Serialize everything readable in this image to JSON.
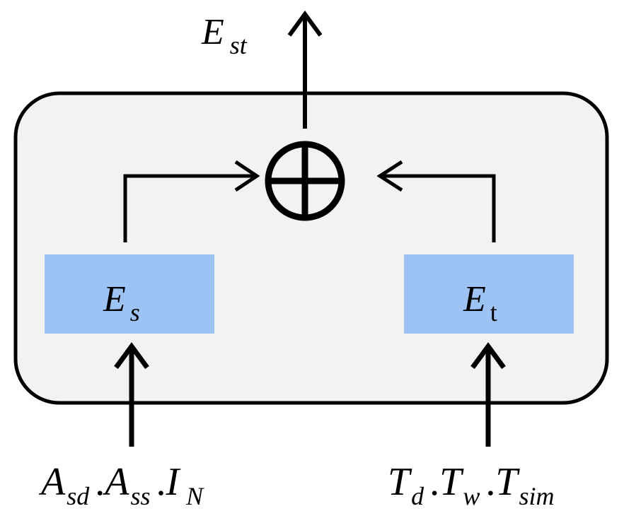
{
  "colors": {
    "container_fill": "#f2f2f2",
    "container_stroke": "#000000",
    "block_fill": "#9dc3f4",
    "arrow": "#000000"
  },
  "operator": {
    "symbol": "⊕",
    "name": "sum-operator"
  },
  "output": {
    "main": "E",
    "sub": "st"
  },
  "blocks": {
    "spatial": {
      "main": "E",
      "sub": "s"
    },
    "temporal": {
      "main": "E",
      "sub": "t"
    }
  },
  "inputs": {
    "spatial": {
      "terms": [
        {
          "main": "A",
          "sub": "sd"
        },
        {
          "main": "A",
          "sub": "ss"
        },
        {
          "main": "I",
          "sub": "N"
        }
      ],
      "separator": "."
    },
    "temporal": {
      "terms": [
        {
          "main": "T",
          "sub": "d"
        },
        {
          "main": "T",
          "sub": "w"
        },
        {
          "main": "T",
          "sub": "sim"
        }
      ],
      "separator": "."
    }
  }
}
